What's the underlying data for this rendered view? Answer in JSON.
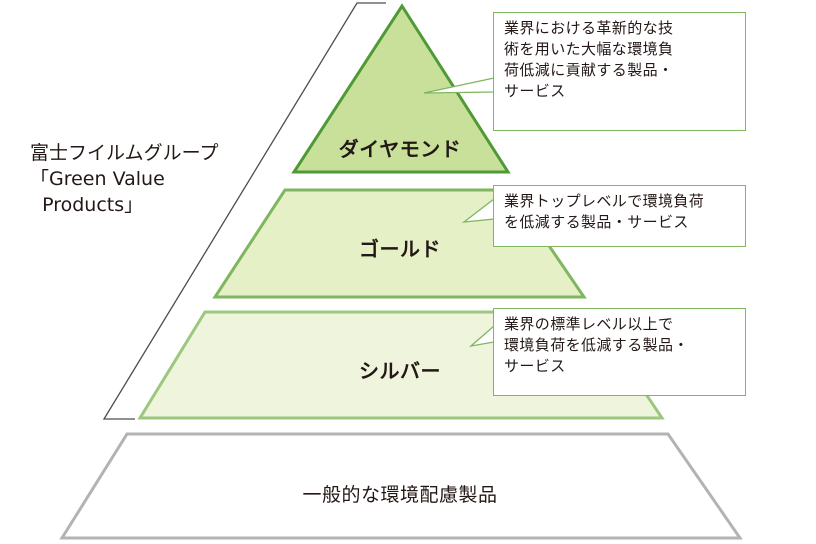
{
  "brand": {
    "line1": "富士フイルムグループ",
    "line2": "「Green Value",
    "line3": "  Products」"
  },
  "tiers": {
    "diamond": {
      "label": "ダイヤモンド",
      "description": "業界における革新的な技\n術を用いた大幅な環境負\n荷低減に貢献する製品・\nサービス"
    },
    "gold": {
      "label": "ゴールド",
      "description": "業界トップレベルで環境負荷\nを低減する製品・サービス"
    },
    "silver": {
      "label": "シルバー",
      "description": "業界の標準レベル以上で\n環境負荷を低減する製品・\nサービス"
    },
    "base": {
      "label": "一般的な環境配慮製品"
    }
  },
  "colors": {
    "diamond_fill": "#c9e09b",
    "diamond_stroke": "#4f9a34",
    "gold_fill": "#e6f0c6",
    "gold_stroke": "#7fb65f",
    "silver_fill": "#eff5dd",
    "silver_stroke": "#9cc77f",
    "base_fill": "#ffffff",
    "base_stroke": "#b3b3b3",
    "callout_stroke": "#7fb65f",
    "bracket_stroke": "#4d4d4d"
  }
}
